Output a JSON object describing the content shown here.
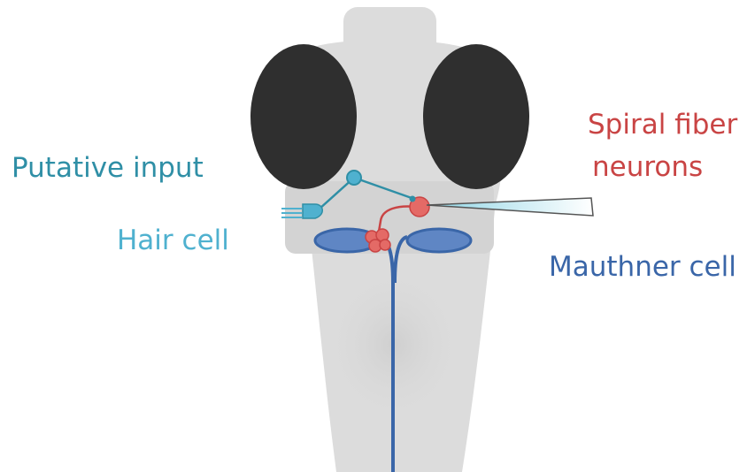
{
  "labels": {
    "putative_input": "Putative input",
    "hair_cell": "Hair cell",
    "spiral_fiber_line1": "Spiral fiber",
    "spiral_fiber_line2": "neurons",
    "mauthner_cell": "Mauthner cell"
  },
  "colors": {
    "body": "#dcdcdc",
    "eye": "#2f2f2f",
    "putative_input": "#2f8fa6",
    "hair_cell": "#4fb1cf",
    "spiral_fiber": "#c94444",
    "spiral_fiber_fill": "#e46a66",
    "mauthner": "#3a66a8",
    "mauthner_fill": "#5f86c4"
  }
}
